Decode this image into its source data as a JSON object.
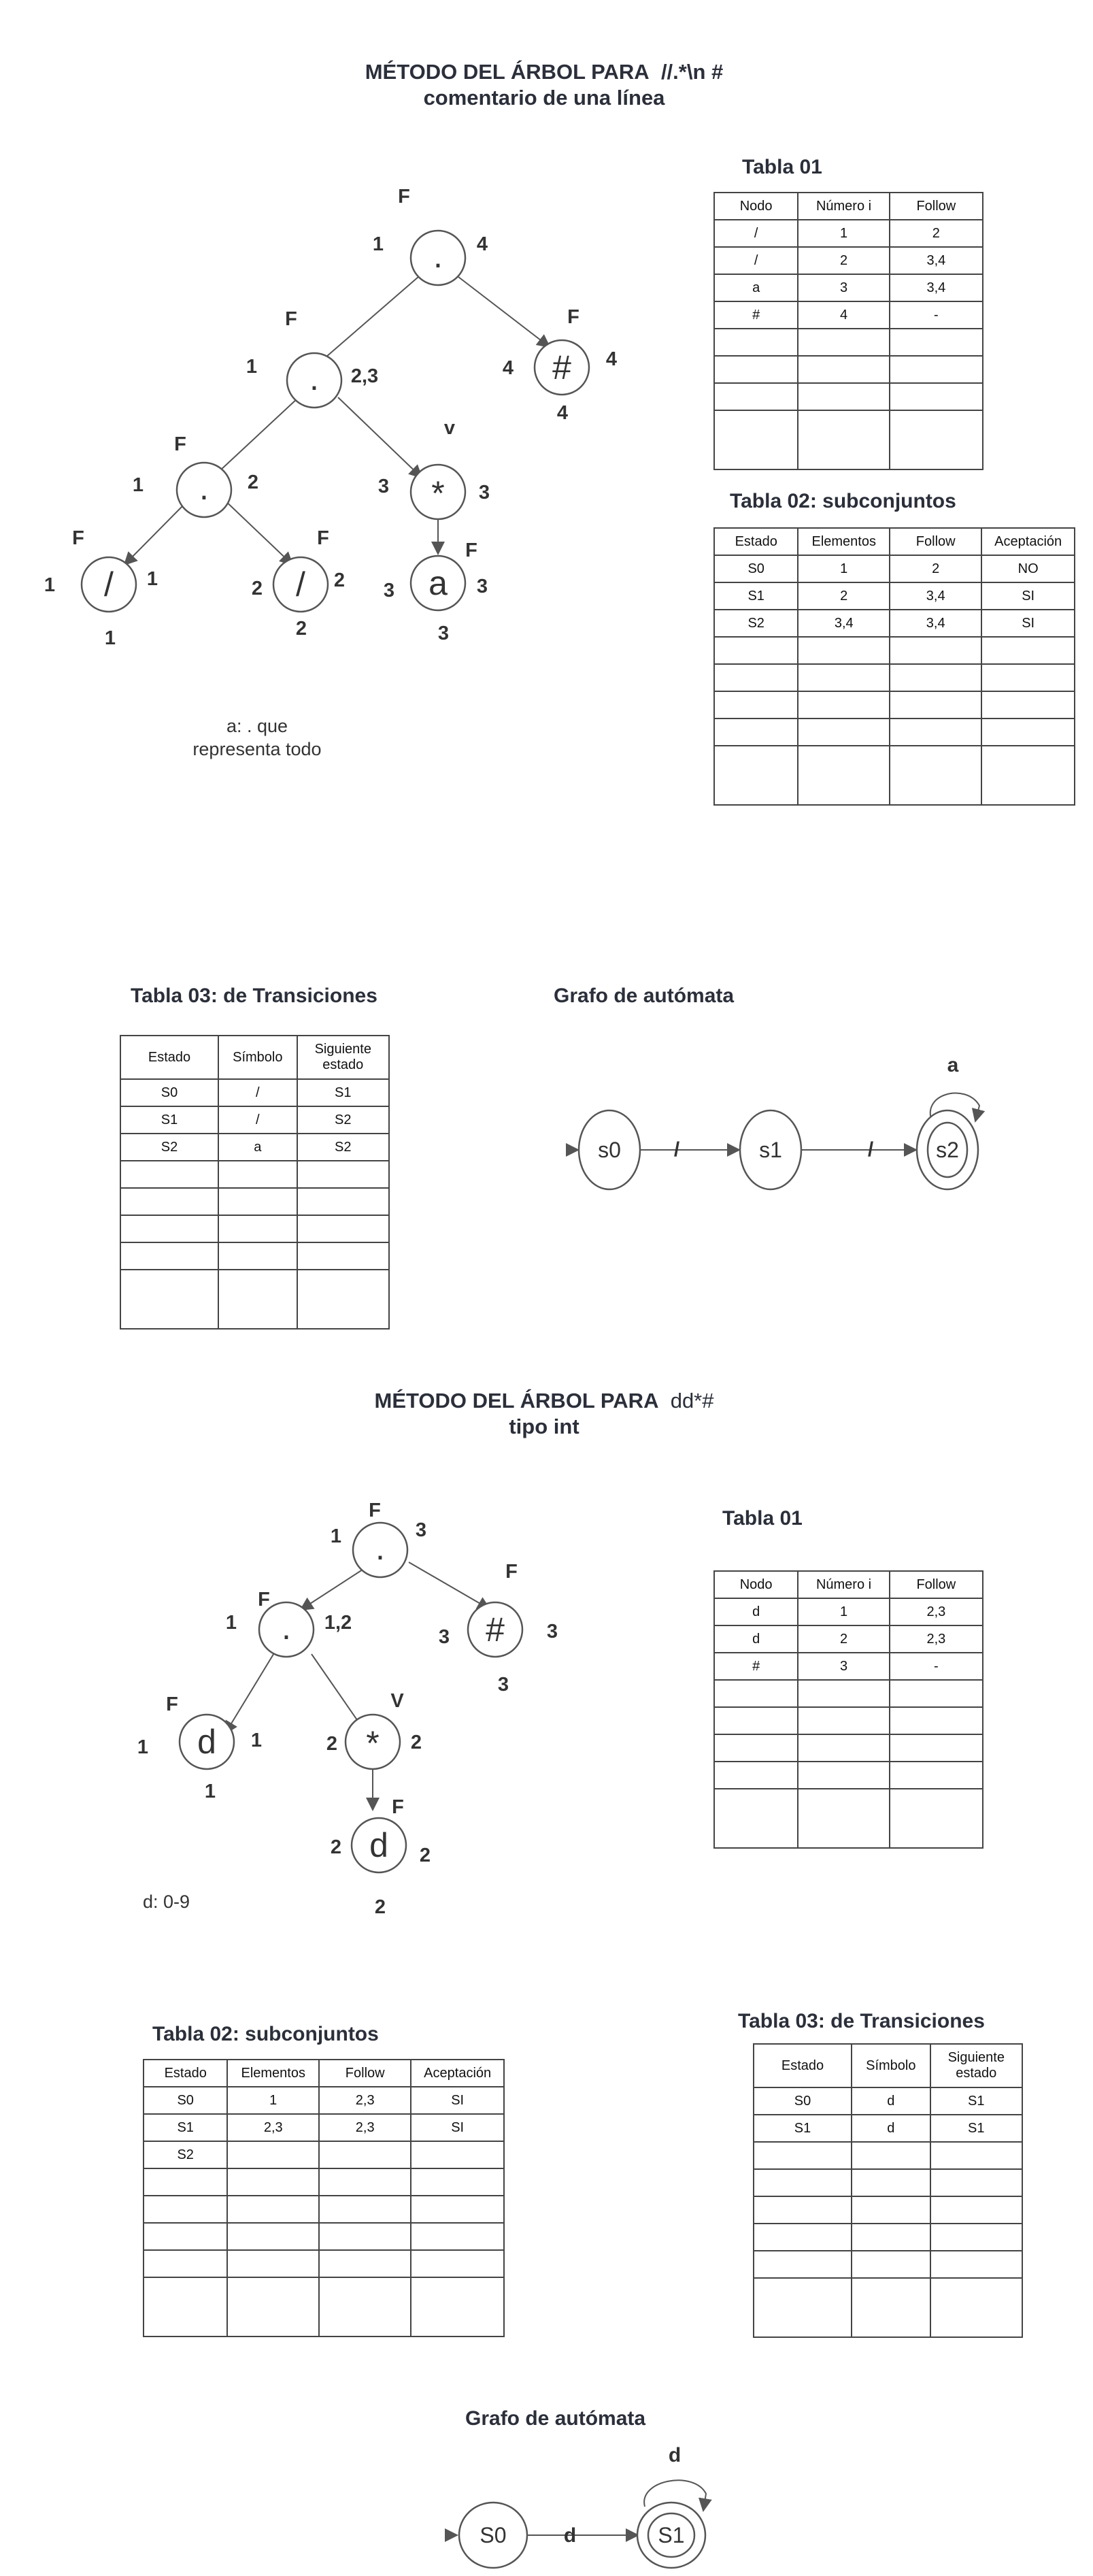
{
  "section1": {
    "title_prefix": "MÉTODO DEL ÁRBOL PARA",
    "regex": "//.*\\n  #",
    "subtitle": "comentario de una línea",
    "tree": {
      "root": {
        "symbol": ".",
        "first": "1",
        "last": "4",
        "nullable": "F"
      },
      "node_dot2": {
        "symbol": ".",
        "first": "1",
        "last": "2,3",
        "nullable": "F"
      },
      "node_dot3": {
        "symbol": ".",
        "first": "1",
        "last": "2",
        "nullable": "F"
      },
      "hash": {
        "symbol": "#",
        "first": "4",
        "last": "4",
        "nullable": "F",
        "pos": "4"
      },
      "star": {
        "symbol": "*",
        "first": "3",
        "last": "3",
        "nullable": "v"
      },
      "slash1": {
        "symbol": "/",
        "first": "1",
        "last": "1",
        "nullable": "F",
        "pos": "1"
      },
      "slash2": {
        "symbol": "/",
        "first": "2",
        "last": "2",
        "nullable": "F",
        "pos": "2"
      },
      "a": {
        "symbol": "a",
        "first": "3",
        "last": "3",
        "nullable": "F",
        "pos": "3"
      }
    },
    "note": [
      "a: . que",
      "representa todo"
    ],
    "tabla01": {
      "title": "Tabla 01",
      "headers": [
        "Nodo",
        "Número i",
        "Follow"
      ],
      "rows": [
        [
          "/",
          "1",
          "2"
        ],
        [
          "/",
          "2",
          "3,4"
        ],
        [
          "a",
          "3",
          "3,4"
        ],
        [
          "#",
          "4",
          "-"
        ],
        [
          "",
          "",
          ""
        ],
        [
          "",
          "",
          ""
        ],
        [
          "",
          "",
          ""
        ],
        [
          "",
          "",
          ""
        ]
      ]
    },
    "tabla02": {
      "title": "Tabla 02: subconjuntos",
      "headers": [
        "Estado",
        "Elementos",
        "Follow",
        "Aceptación"
      ],
      "rows": [
        [
          "S0",
          "1",
          "2",
          "NO"
        ],
        [
          "S1",
          "2",
          "3,4",
          "SI"
        ],
        [
          "S2",
          "3,4",
          "3,4",
          "SI"
        ],
        [
          "",
          "",
          "",
          ""
        ],
        [
          "",
          "",
          "",
          ""
        ],
        [
          "",
          "",
          "",
          ""
        ],
        [
          "",
          "",
          "",
          ""
        ],
        [
          "",
          "",
          "",
          ""
        ]
      ]
    },
    "tabla03": {
      "title": "Tabla 03: de Transiciones",
      "headers": [
        "Estado",
        "Símbolo",
        "Siguiente estado"
      ],
      "rows": [
        [
          "S0",
          "/",
          "S1"
        ],
        [
          "S1",
          "/",
          "S2"
        ],
        [
          "S2",
          "a",
          "S2"
        ],
        [
          "",
          "",
          ""
        ],
        [
          "",
          "",
          ""
        ],
        [
          "",
          "",
          ""
        ],
        [
          "",
          "",
          ""
        ],
        [
          "",
          "",
          ""
        ]
      ]
    },
    "automaton": {
      "title": "Grafo de autómata",
      "states": [
        "s0",
        "s1",
        "s2"
      ],
      "edge1": "/",
      "edge2": "/",
      "loop": "a"
    }
  },
  "section2": {
    "title_prefix": "MÉTODO DEL ÁRBOL PARA",
    "regex": "dd*#",
    "subtitle": "tipo int",
    "tree": {
      "root": {
        "symbol": ".",
        "first": "1",
        "last": "3",
        "nullable": "F"
      },
      "dot2": {
        "symbol": ".",
        "first": "1",
        "last": "1,2",
        "nullable": "F"
      },
      "hash": {
        "symbol": "#",
        "first": "3",
        "last": "3",
        "nullable": "F",
        "pos": "3"
      },
      "d1": {
        "symbol": "d",
        "first": "1",
        "last": "1",
        "nullable": "F",
        "pos": "1"
      },
      "star": {
        "symbol": "*",
        "first": "2",
        "last": "2",
        "nullable": "V"
      },
      "d2": {
        "symbol": "d",
        "first": "2",
        "last": "2",
        "nullable": "F",
        "pos": "2"
      }
    },
    "note": "d: 0-9",
    "tabla01": {
      "title": "Tabla 01",
      "headers": [
        "Nodo",
        "Número i",
        "Follow"
      ],
      "rows": [
        [
          "d",
          "1",
          "2,3"
        ],
        [
          "d",
          "2",
          "2,3"
        ],
        [
          "#",
          "3",
          "-"
        ],
        [
          "",
          "",
          ""
        ],
        [
          "",
          "",
          ""
        ],
        [
          "",
          "",
          ""
        ],
        [
          "",
          "",
          ""
        ],
        [
          "",
          "",
          ""
        ]
      ]
    },
    "tabla02": {
      "title": "Tabla 02: subconjuntos",
      "headers": [
        "Estado",
        "Elementos",
        "Follow",
        "Aceptación"
      ],
      "rows": [
        [
          "S0",
          "1",
          "2,3",
          "SI"
        ],
        [
          "S1",
          "2,3",
          "2,3",
          "SI"
        ],
        [
          "S2",
          "",
          "",
          ""
        ],
        [
          "",
          "",
          "",
          ""
        ],
        [
          "",
          "",
          "",
          ""
        ],
        [
          "",
          "",
          "",
          ""
        ],
        [
          "",
          "",
          "",
          ""
        ],
        [
          "",
          "",
          "",
          ""
        ]
      ]
    },
    "tabla03": {
      "title": "Tabla 03: de Transiciones",
      "headers": [
        "Estado",
        "Símbolo",
        "Siguiente estado"
      ],
      "rows": [
        [
          "S0",
          "d",
          "S1"
        ],
        [
          "S1",
          "d",
          "S1"
        ],
        [
          "",
          "",
          ""
        ],
        [
          "",
          "",
          ""
        ],
        [
          "",
          "",
          ""
        ],
        [
          "",
          "",
          ""
        ],
        [
          "",
          "",
          ""
        ],
        [
          "",
          "",
          ""
        ]
      ]
    },
    "automaton": {
      "title": "Grafo de autómata",
      "states": [
        "S0",
        "S1"
      ],
      "edge1": "d",
      "loop": "d"
    }
  }
}
